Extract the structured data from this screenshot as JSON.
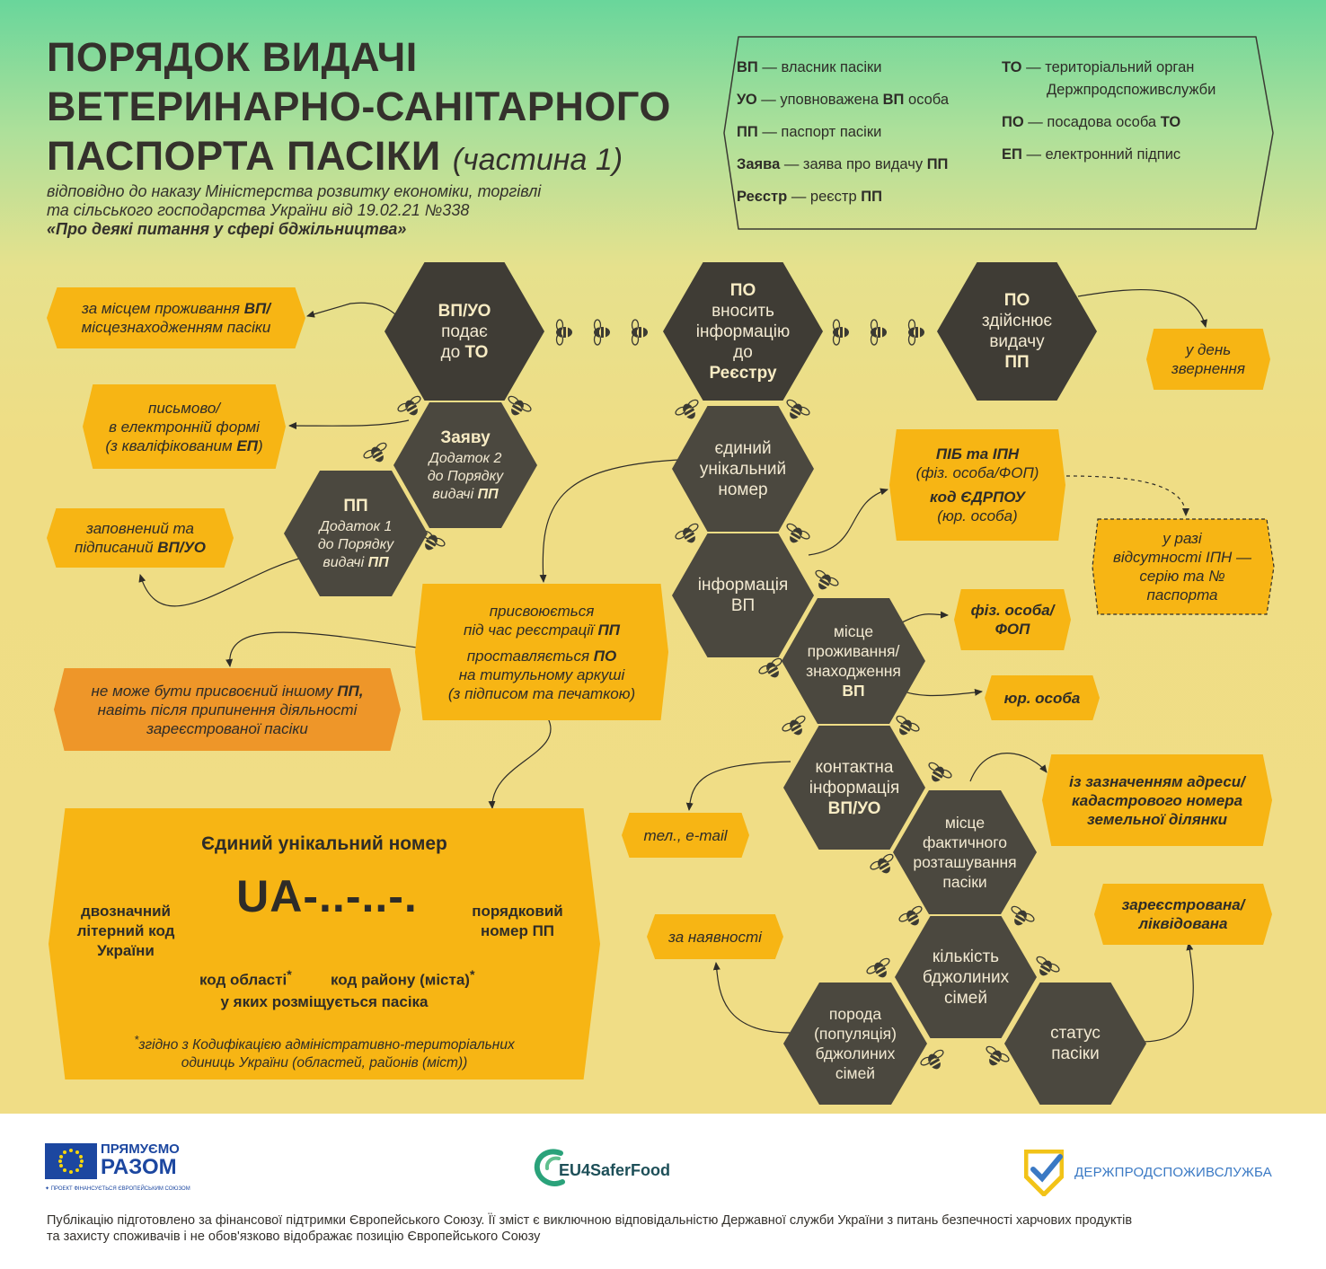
{
  "title": {
    "line1": "ПОРЯДОК ВИДАЧІ",
    "line2": "ВЕТЕРИНАРНО-САНІТАРНОГО",
    "line3": "ПАСПОРТА ПАСІКИ",
    "part": "(частина 1)"
  },
  "subtitle": {
    "line1": "відповідно до наказу Міністерства розвитку економіки, торгівлі",
    "line2": "та сільського господарства України від 19.02.21 №338",
    "line3": "«Про деякі питання у сфері бджільництва»"
  },
  "glossary": {
    "vp_abbr": "ВП",
    "vp_text": "— власник пасіки",
    "uo_abbr": "УО",
    "uo_text": "— уповноважена",
    "uo_abbr2": "ВП",
    "uo_text2": "особа",
    "pp_abbr": "ПП",
    "pp_text": "— паспорт пасіки",
    "zayava_abbr": "Заява",
    "zayava_text": "— заява про видачу",
    "zayava_abbr2": "ПП",
    "reestr_abbr": "Реєстр",
    "reestr_text": "— реєстр",
    "reestr_abbr2": "ПП",
    "to_abbr": "ТО",
    "to_text1": "— територіальний орган",
    "to_text2": "Держпродспоживслужби",
    "po_abbr": "ПО",
    "po_text": "— посадова особа",
    "po_abbr2": "ТО",
    "ep_abbr": "ЕП",
    "ep_text": "— електронний підпис"
  },
  "hexes": {
    "vpuo": {
      "l1": "ВП/УО",
      "l2": "подає",
      "l3": "до",
      "l4": "ТО"
    },
    "po_vnosyt": {
      "l1": "ПО",
      "l2": "вносить",
      "l3": "інформацію",
      "l4": "до",
      "l5": "Реєстру"
    },
    "po_zdiisniue": {
      "l1": "ПО",
      "l2": "здійснює",
      "l3": "видачу",
      "l4": "ПП"
    },
    "zaiavu": {
      "l1": "Заяву",
      "l2": "Додаток 2",
      "l3": "до Порядку",
      "l4": "видачі",
      "l5": "ПП"
    },
    "pp": {
      "l1": "ПП",
      "l2": "Додаток 1",
      "l3": "до Порядку",
      "l4": "видачі",
      "l5": "ПП"
    },
    "unique": {
      "l1": "єдиний",
      "l2": "унікальний",
      "l3": "номер"
    },
    "info_vp": {
      "l1": "інформація",
      "l2": "ВП"
    },
    "misce": {
      "l1": "місце",
      "l2": "проживання/",
      "l3": "знаходження",
      "l4": "ВП"
    },
    "kontakt": {
      "l1": "контактна",
      "l2": "інформація",
      "l3": "ВП/УО"
    },
    "fakt": {
      "l1": "місце",
      "l2": "фактичного",
      "l3": "розташування",
      "l4": "пасіки"
    },
    "kilkist": {
      "l1": "кількість",
      "l2": "бджолиних",
      "l3": "сімей"
    },
    "poroda": {
      "l1": "порода",
      "l2": "(популяція)",
      "l3": "бджолиних",
      "l4": "сімей"
    },
    "status": {
      "l1": "статус",
      "l2": "пасіки"
    }
  },
  "boxes": {
    "misc_prozh": {
      "l1a": "за місцем проживання",
      "l1b": "ВП/",
      "l2": "місцезнаходженням пасіки"
    },
    "pysmovo": {
      "l1": "письмово/",
      "l2": "в електронній формі",
      "l3a": "(з кваліфікованим",
      "l3b": "ЕП",
      "l3c": ")"
    },
    "zapovnenyi": {
      "l1": "заповнений та",
      "l2a": "підписаний",
      "l2b": "ВП/УО"
    },
    "u_den": {
      "l1": "у день",
      "l2": "звернення"
    },
    "prysvoiuietsia": {
      "l1": "присвоюється",
      "l2a": "під час реєстрації",
      "l2b": "ПП",
      "l3a": "проставляється",
      "l3b": "ПО",
      "l4": "на титульному аркуші",
      "l5": "(з підписом та печаткою)"
    },
    "ne_mozhe": {
      "l1a": "не може бути присвоєний іншому",
      "l1b": "ПП,",
      "l2": "навіть після припинення діяльності",
      "l3": "зареєстрованої пасіки"
    },
    "pib": {
      "l1": "ПІБ та ІПН",
      "l2": "(фіз. особа/ФОП)",
      "l3": "код ЄДРПОУ",
      "l4": "(юр. особа)"
    },
    "u_razi": {
      "l1": "у разі",
      "l2": "відсутності ІПН —",
      "l3": "серію та №",
      "l4": "паспорта"
    },
    "fiz": {
      "l1": "фіз. особа/",
      "l2": "ФОП"
    },
    "yur": {
      "l1": "юр. особа"
    },
    "tel": {
      "l1": "тел., e-mail"
    },
    "adresa": {
      "l1": "із зазначенням адреси/",
      "l2": "кадастрового номера",
      "l3": "земельної ділянки"
    },
    "za_naiavnosti": {
      "l1": "за наявності"
    },
    "zareiestr": {
      "l1": "зареєстрована/",
      "l2": "ліквідована"
    }
  },
  "unique_number": {
    "heading": "Єдиний унікальний номер",
    "code": "UA-..-..-.",
    "left_l1": "двозначний",
    "left_l2": "літерний код",
    "left_l3": "України",
    "right_l1": "порядковий",
    "right_l2a": "номер",
    "right_l2b": "ПП",
    "oblast": "код області",
    "raion": "код району (міста)",
    "star": "*",
    "pasika": "у яких розміщується пасіка",
    "note_star": "*",
    "note_l1": "згідно з Кодифікацією адміністративно-територіальних",
    "note_l2": "одиниць України (областей, районів (міст))"
  },
  "footer": {
    "eu_l1": "ПРЯМУЄМО",
    "eu_l2": "РАЗОМ",
    "eu_small": "✦ ПРОЕКТ ФІНАНСУЄТЬСЯ ЄВРОПЕЙСЬКИМ СОЮЗОМ",
    "eu4": "EU4SaferFood",
    "dps": "ДЕРЖПРОДСПОЖИВСЛУЖБА",
    "disclaimer_l1": "Публікацію підготовлено за фінансової підтримки Європейського Союзу. Її зміст є виключною відповідальністю Державної служби України з питань безпечності харчових продуктів",
    "disclaimer_l2": "та захисту споживачів і не обов'язково відображає позицію Європейського Союзу"
  },
  "colors": {
    "hex": "#4b483f",
    "box": "#f7b514",
    "orange": "#ee9629",
    "text": "#2e2c28",
    "dps_blue": "#3a79c4",
    "eu_blue": "#1c47a0"
  }
}
